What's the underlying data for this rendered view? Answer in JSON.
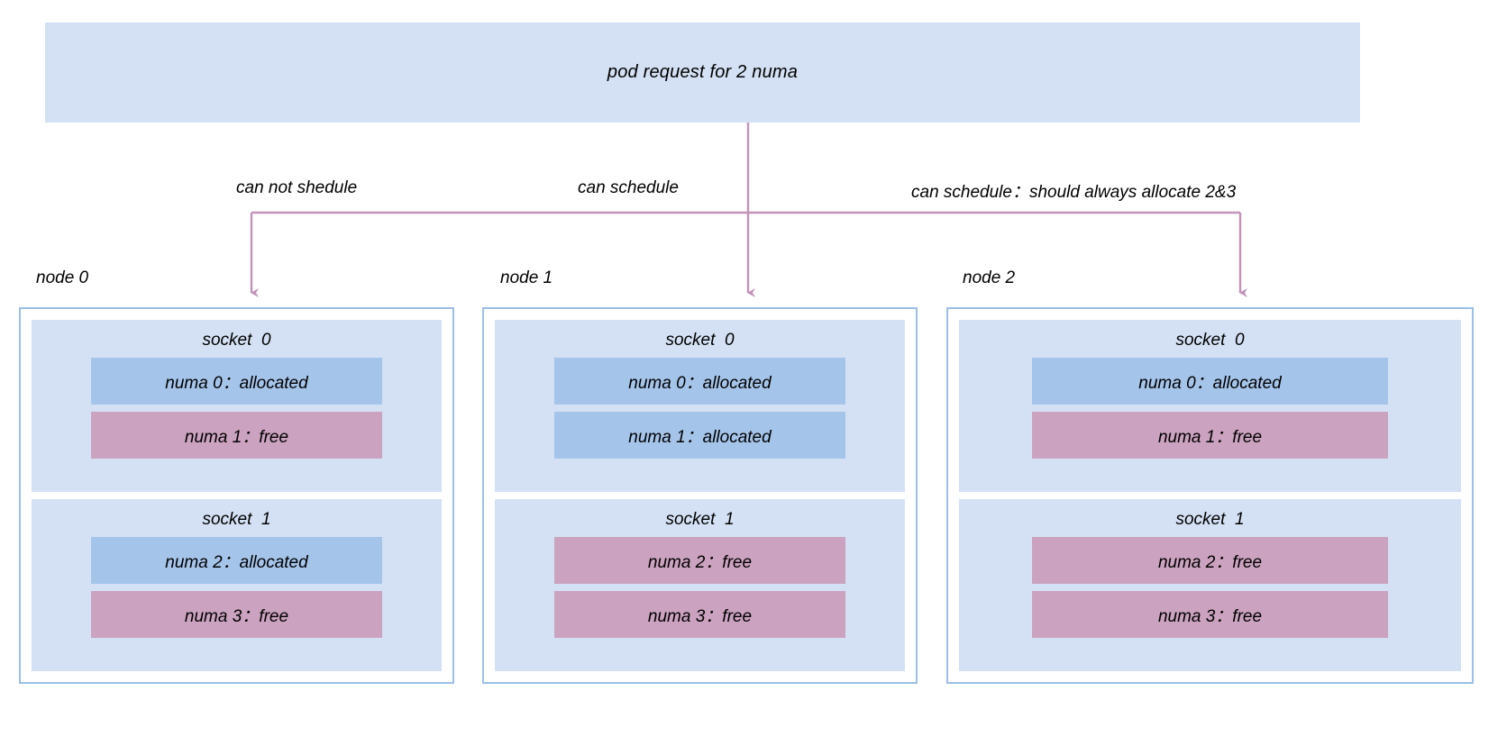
{
  "colors": {
    "box_fill": "#d4e1f4",
    "node_border": "#9cbfe8",
    "allocated": "#a5c4ea",
    "free": "#cba2bf",
    "connector": "#c293b8",
    "text": "#000000"
  },
  "request": {
    "label": "pod request for 2 numa"
  },
  "edges": [
    {
      "label": "can not shedule"
    },
    {
      "label": "can schedule"
    },
    {
      "label": "can schedule：should always allocate 2&3"
    }
  ],
  "nodes": [
    {
      "caption": "node 0",
      "sockets": [
        {
          "title": "socket  0",
          "numas": [
            {
              "label": "numa 0：allocated",
              "state": "allocated"
            },
            {
              "label": "numa 1：free",
              "state": "free"
            }
          ]
        },
        {
          "title": "socket  1",
          "numas": [
            {
              "label": "numa 2：allocated",
              "state": "allocated"
            },
            {
              "label": "numa 3：free",
              "state": "free"
            }
          ]
        }
      ]
    },
    {
      "caption": "node 1",
      "sockets": [
        {
          "title": "socket  0",
          "numas": [
            {
              "label": "numa 0：allocated",
              "state": "allocated"
            },
            {
              "label": "numa 1：allocated",
              "state": "allocated"
            }
          ]
        },
        {
          "title": "socket  1",
          "numas": [
            {
              "label": "numa 2：free",
              "state": "free"
            },
            {
              "label": "numa 3：free",
              "state": "free"
            }
          ]
        }
      ]
    },
    {
      "caption": "node 2",
      "sockets": [
        {
          "title": "socket  0",
          "numas": [
            {
              "label": "numa 0：allocated",
              "state": "allocated"
            },
            {
              "label": "numa 1：free",
              "state": "free"
            }
          ]
        },
        {
          "title": "socket  1",
          "numas": [
            {
              "label": "numa 2：free",
              "state": "free"
            },
            {
              "label": "numa 3：free",
              "state": "free"
            }
          ]
        }
      ]
    }
  ]
}
